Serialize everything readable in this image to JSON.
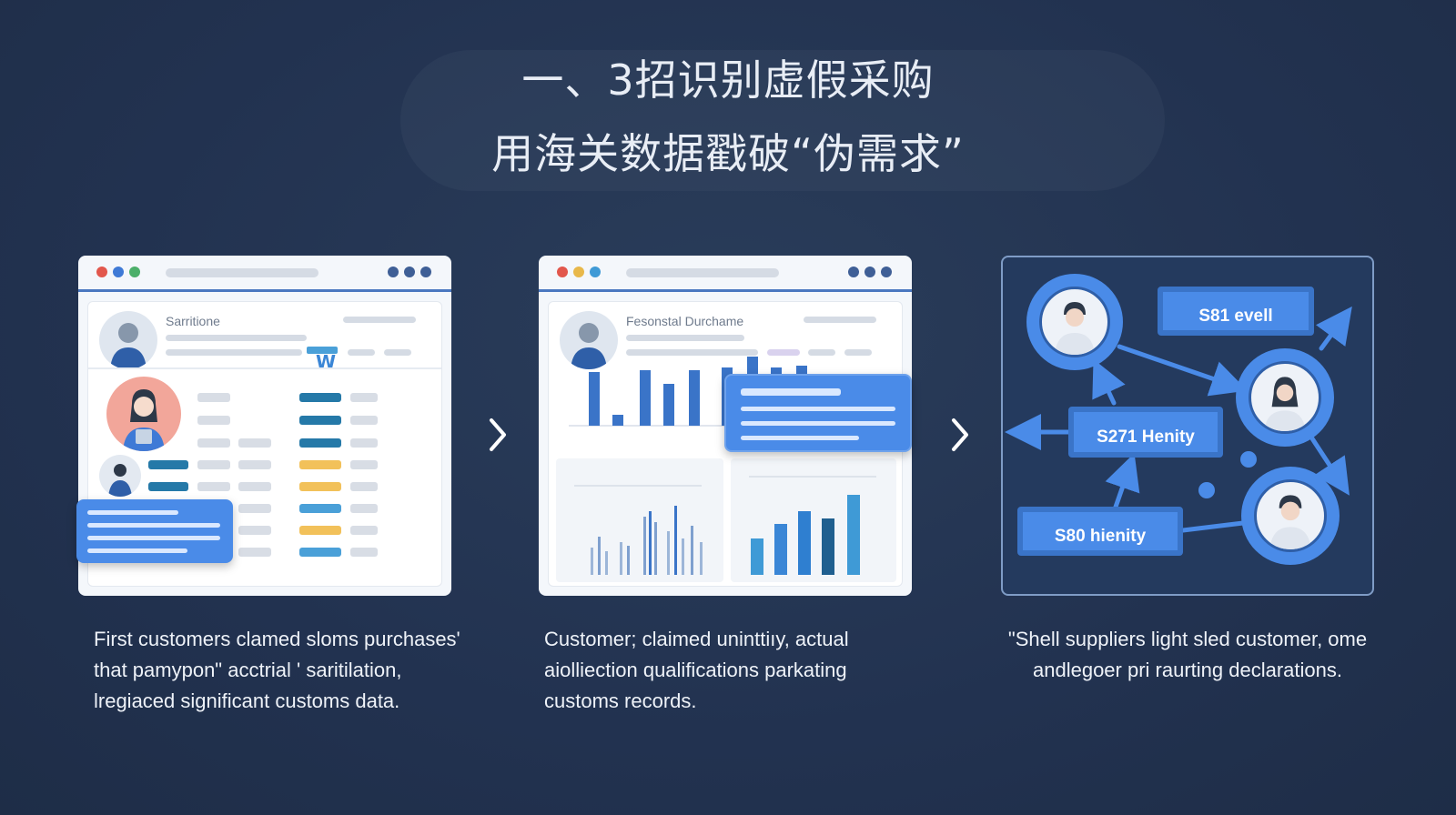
{
  "title": {
    "line1": "一、3招识别虚假采购",
    "line2": "用海关数据戳破“伪需求”"
  },
  "panels": [
    {
      "header_label": "Sarritione",
      "badge_glyph": "W",
      "description": "First customers clamed sloms purchases' that pamypon\" acctrial ' saritilation, lregiaced significant customs data."
    },
    {
      "header_label": "Fesonstal Durchame",
      "description": "Customer; claimed uninttiıy, actual aiolliection qualifications parkating customs records."
    },
    {
      "tags": [
        "S81 evell",
        "S271 Henity",
        "S80 hienity"
      ],
      "description": "\"Shell suppliers light sled customer, ome andlegoer pri raurting declarations."
    }
  ],
  "colors": {
    "background": "#243550",
    "accent": "#4a8be8",
    "dot_red": "#e2574c",
    "dot_yellow": "#e8b84a",
    "dot_green": "#4caf6a",
    "dot_blue": "#3f7ad6"
  },
  "icons": [
    "chevron-right-icon",
    "person-avatar-icon",
    "arrow-icon"
  ]
}
